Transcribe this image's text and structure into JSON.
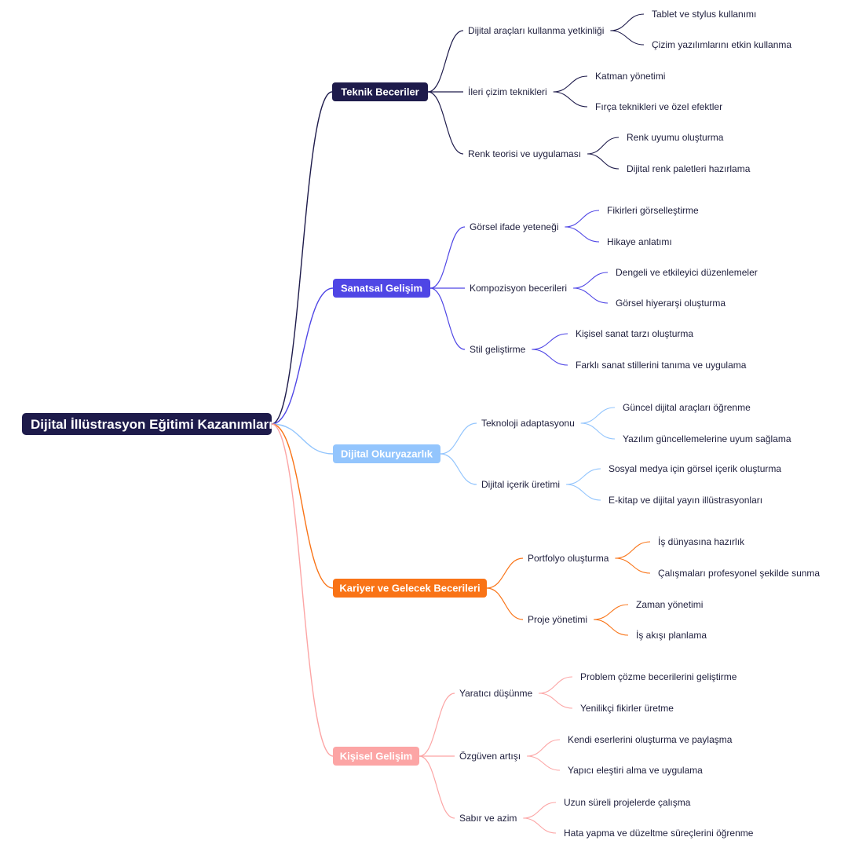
{
  "root": {
    "label": "Dijital İllüstrasyon Eğitimi Kazanımları",
    "color": "#1e1b4b"
  },
  "branches": [
    {
      "label": "Teknik Beceriler",
      "color": "#1e1b4b",
      "children": [
        {
          "label": "Dijital araçları kullanma yetkinliği",
          "leaves": [
            "Tablet ve stylus kullanımı",
            "Çizim yazılımlarını etkin kullanma"
          ]
        },
        {
          "label": "İleri çizim teknikleri",
          "leaves": [
            "Katman yönetimi",
            "Fırça teknikleri ve özel efektler"
          ]
        },
        {
          "label": "Renk teorisi ve uygulaması",
          "leaves": [
            "Renk uyumu oluşturma",
            "Dijital renk paletleri hazırlama"
          ]
        }
      ]
    },
    {
      "label": "Sanatsal Gelişim",
      "color": "#4f46e5",
      "children": [
        {
          "label": "Görsel ifade yeteneği",
          "leaves": [
            "Fikirleri görselleştirme",
            "Hikaye anlatımı"
          ]
        },
        {
          "label": "Kompozisyon becerileri",
          "leaves": [
            "Dengeli ve etkileyici düzenlemeler",
            "Görsel hiyerarşi oluşturma"
          ]
        },
        {
          "label": "Stil geliştirme",
          "leaves": [
            "Kişisel sanat tarzı oluşturma",
            "Farklı sanat stillerini tanıma ve uygulama"
          ]
        }
      ]
    },
    {
      "label": "Dijital Okuryazarlık",
      "color": "#93c5fd",
      "children": [
        {
          "label": "Teknoloji adaptasyonu",
          "leaves": [
            "Güncel dijital araçları öğrenme",
            "Yazılım güncellemelerine uyum sağlama"
          ]
        },
        {
          "label": "Dijital içerik üretimi",
          "leaves": [
            "Sosyal medya için görsel içerik oluşturma",
            "E-kitap ve dijital yayın illüstrasyonları"
          ]
        }
      ]
    },
    {
      "label": "Kariyer ve Gelecek Becerileri",
      "color": "#f97316",
      "children": [
        {
          "label": "Portfolyo oluşturma",
          "leaves": [
            "İş dünyasına hazırlık",
            "Çalışmaları profesyonel şekilde sunma"
          ]
        },
        {
          "label": "Proje yönetimi",
          "leaves": [
            "Zaman yönetimi",
            "İş akışı planlama"
          ]
        }
      ]
    },
    {
      "label": "Kişisel Gelişim",
      "color": "#fca5a5",
      "children": [
        {
          "label": "Yaratıcı düşünme",
          "leaves": [
            "Problem çözme becerilerini geliştirme",
            "Yenilikçi fikirler üretme"
          ]
        },
        {
          "label": "Özgüven artışı",
          "leaves": [
            "Kendi eserlerini oluşturma ve paylaşma",
            "Yapıcı eleştiri alma ve uygulama"
          ]
        },
        {
          "label": "Sabır ve azim",
          "leaves": [
            "Uzun süreli projelerde çalışma",
            "Hata yapma ve düzeltme süreçlerini öğrenme"
          ]
        }
      ]
    }
  ]
}
